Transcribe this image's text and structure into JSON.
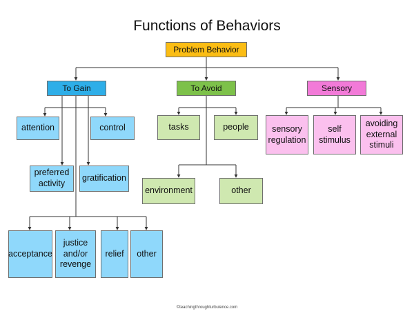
{
  "title": "Functions of Behaviors",
  "root": "Problem Behavior",
  "categories": {
    "gain": "To Gain",
    "avoid": "To Avoid",
    "sensory": "Sensory"
  },
  "gain_items": {
    "attention": "attention",
    "control": "control",
    "preferred_activity": "preferred\nactivity",
    "gratification": "gratification",
    "acceptance": "acceptance",
    "justice": "justice\nand/or\nrevenge",
    "relief": "relief",
    "other": "other"
  },
  "avoid_items": {
    "tasks": "tasks",
    "people": "people",
    "environment": "environment",
    "other": "other"
  },
  "sensory_items": {
    "regulation": "sensory\nregulation",
    "self_stimulus": "self\nstimulus",
    "avoiding": "avoiding\nexternal\nstimuli"
  },
  "footer": "©teachingthroughturbulence.com",
  "colors": {
    "root": "#fbbd14",
    "gain_header": "#2eaee8",
    "gain_items": "#8fd8fb",
    "avoid_header": "#7dc14a",
    "avoid_items": "#cfe8b0",
    "sensory_header": "#f27ad8",
    "sensory_items": "#fbc0ee"
  }
}
